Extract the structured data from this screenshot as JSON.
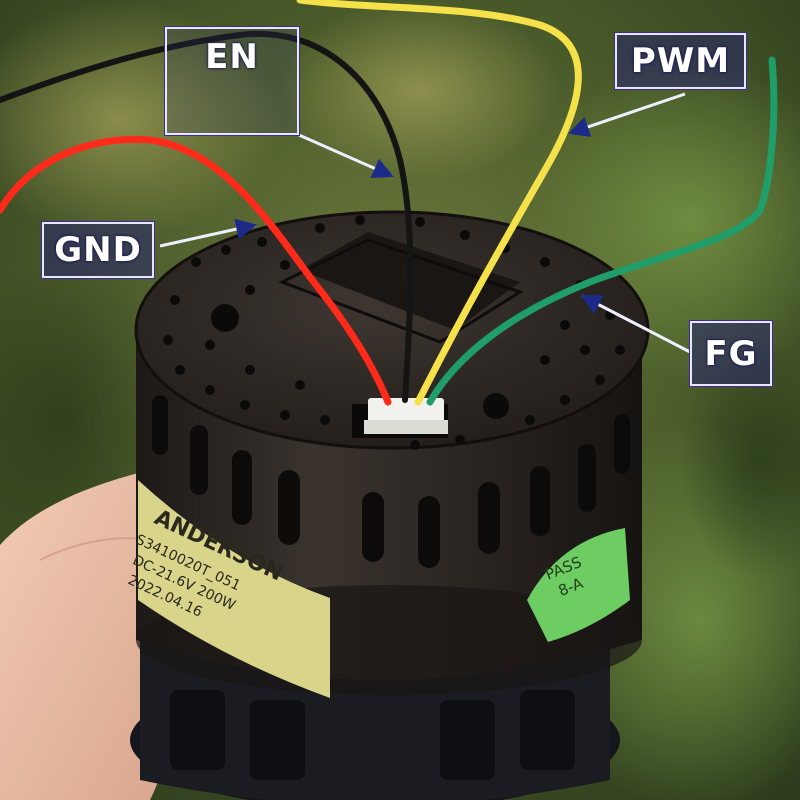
{
  "labels": {
    "en": "EN",
    "pwm": "PWM",
    "gnd": "GND",
    "fg": "FG"
  },
  "motor_label": {
    "brand": "ANDERSON",
    "model": "S3410020T_051",
    "rating": "DC-21.6V  200W",
    "date": "2022.04.16"
  },
  "pass_sticker": {
    "line1": "PASS",
    "line2": "8-A"
  },
  "colors": {
    "callout_fill": "#28266e",
    "callout_border": "#e9e4ff",
    "wire_red": "#ff2a1a",
    "wire_black": "#1a1a1a",
    "wire_yellow": "#f5e24a",
    "wire_green": "#1f9e6a",
    "motor_body": "#2b2623",
    "label_sticker": "#d8d48a",
    "pass_sticker": "#6dcc62"
  }
}
